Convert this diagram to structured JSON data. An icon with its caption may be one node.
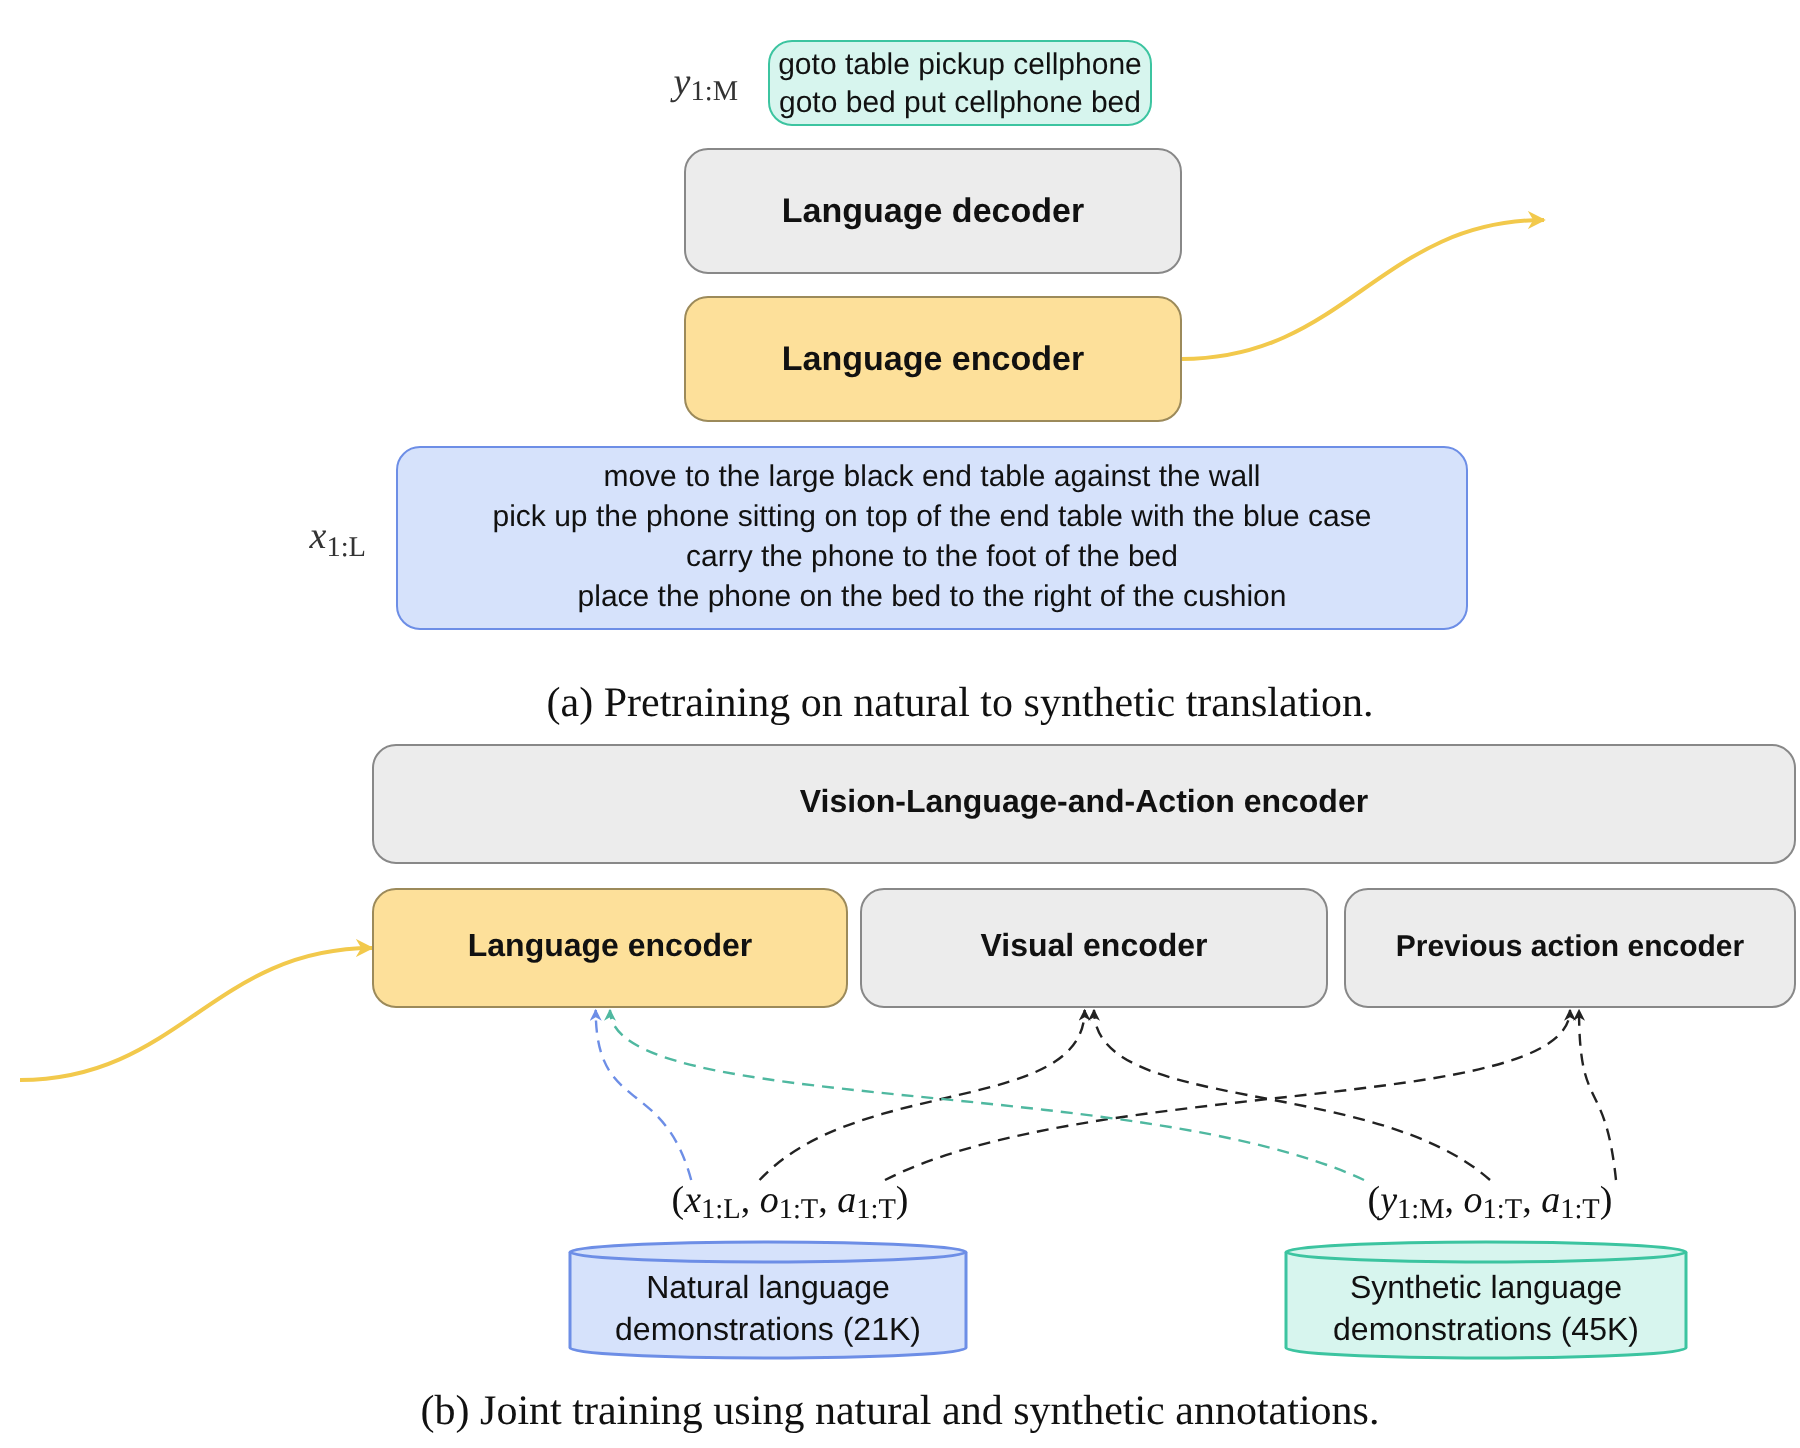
{
  "diagram": {
    "nodes": [
      {
        "text": [
          "goto table pickup cellphone",
          "goto bed put cellphone bed"
        ],
        "beside": [
          "*y*$_{1:M}$"
        ]
      },
      {
        "text": [
          "Language decoder"
        ]
      },
      {
        "text": [
          "Language encoder"
        ]
      },
      {
        "text": [
          "move to the large black end table against the wall",
          "pick up the phone sitting on top of the end table with the blue case",
          "carry the phone to the foot of the bed",
          "place the phone on the bed to the right of the cushion"
        ],
        "beside": [
          "*x*$_{1:L}$"
        ]
      },
      {
        "text": [
          "Vision-Language-and-Action encoder"
        ]
      },
      {
        "text": [
          "Language encoder"
        ]
      },
      {
        "text": [
          "Visual encoder"
        ]
      },
      {
        "text": [
          "Previous action encoder"
        ]
      },
      {
        "text": [
          "(*x*$_{1:L}$, *o*$_{1:T}$, *a*$_{1:T}$)"
        ]
      },
      {
        "text": [
          "(*y*$_{1:M}$, *o*$_{1:T}$, *a*$_{1:T}$)"
        ]
      },
      {
        "text": [
          "Natural language demonstrations (21K)"
        ]
      },
      {
        "text": [
          "Synthetic language demonstrations (45K)"
        ]
      }
    ],
    "edges": [
      {
        "from": 2,
        "to": null,
        "arrow": "to",
        "color": "#f2c94c"
      },
      {
        "from": null,
        "to": 5,
        "arrow": "to",
        "color": "#f2c94c"
      },
      {
        "from": 8,
        "to": 5,
        "arrow": "to",
        "style": "dashed",
        "color": "#6d8ee6"
      },
      {
        "from": 8,
        "to": 6,
        "arrow": "to",
        "style": "dashed"
      },
      {
        "from": 8,
        "to": 7,
        "arrow": "to",
        "style": "dashed"
      },
      {
        "from": 9,
        "to": 5,
        "arrow": "to",
        "style": "dashed",
        "color": "#4fb8a0"
      },
      {
        "from": 9,
        "to": 6,
        "arrow": "to",
        "style": "dashed"
      },
      {
        "from": 9,
        "to": 7,
        "arrow": "to",
        "style": "dashed"
      }
    ],
    "labels": [
      "(a) Pretraining on natural to synthetic translation.",
      "(b) Joint training using natural and synthetic annotations."
    ]
  }
}
